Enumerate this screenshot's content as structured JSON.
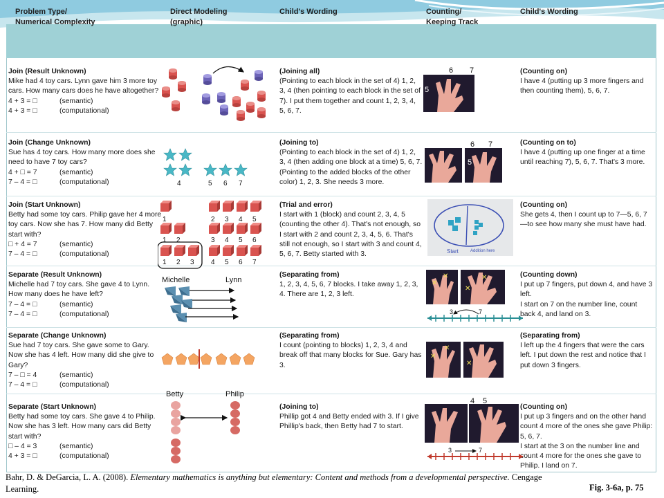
{
  "headers": {
    "problem_type": "Problem Type/\nNumerical Complexity",
    "direct_modeling": "Direct Modeling\n(graphic)",
    "childs_wording_1": "Child's Wording",
    "counting": "Counting/\nKeeping Track",
    "childs_wording_2": "Child's Wording"
  },
  "rows": [
    {
      "title": "Join (Result Unknown)",
      "problem": "Mike had 4 toy cars. Lynn gave him 3 more toy cars. How many cars does he have altogether?",
      "eq1": "4 + 3 = □",
      "eq1_type": "(semantic)",
      "eq2": "4 + 3 = □",
      "eq2_type": "(computational)",
      "wording_title": "(Joining all)",
      "wording": "(Pointing to each block in the set of 4) 1, 2, 3, 4 (then pointing to each block in the set of 7). I put them together and count 1, 2, 3, 4, 5, 6, 7.",
      "count_title": "(Counting on)",
      "count_text": "I have 4 (putting up 3 more fingers and then counting them), 5, 6, 7."
    },
    {
      "title": "Join (Change Unknown)",
      "problem": "Sue has 4 toy cars. How many more does she need to have 7 toy cars?",
      "eq1": "4 + □ = 7",
      "eq1_type": "(semantic)",
      "eq2": "7 – 4 = □",
      "eq2_type": "(computational)",
      "wording_title": "(Joining to)",
      "wording": "(Pointing to each block in the set of 4) 1, 2, 3, 4 (then adding one block at a time) 5, 6, 7. (Pointing to the added blocks of the other color) 1, 2, 3. She needs 3 more.",
      "count_title": "(Counting on to)",
      "count_text": "I have 4 (putting up one finger at a time until reaching 7), 5, 6, 7. That's 3 more."
    },
    {
      "title": "Join (Start Unknown)",
      "problem": "Betty had some toy cars. Philip gave her 4 more toy cars. Now she has 7. How many did Betty start with?",
      "eq1": "□ + 4 = 7",
      "eq1_type": "(semantic)",
      "eq2": "7 – 4 = □",
      "eq2_type": "(computational)",
      "wording_title": "(Trial and error)",
      "wording": "I start with 1 (block) and count 2, 3, 4, 5 (counting the other 4). That's not enough, so I start with 2 and count 2, 3, 4, 5, 6. That's still not enough, so I start with 3 and count 4, 5, 6, 7. Betty started with 3.",
      "count_title": "(Counting on)",
      "count_text": "She gets 4, then I count up to 7—5, 6, 7—to see how many she must have had."
    },
    {
      "title": "Separate (Result Unknown)",
      "problem": "Michelle had 7 toy cars. She gave 4 to Lynn. How many does he have left?",
      "eq1": "7 – 4 = □",
      "eq1_type": "(semantic)",
      "eq2": "7 – 4 = □",
      "eq2_type": "(computational)",
      "wording_title": "(Separating from)",
      "wording": "1, 2, 3, 4, 5, 6, 7 blocks. I take away 1, 2, 3, 4. There are 1, 2, 3 left.",
      "count_title": "(Counting down)",
      "count_text": "I put up 7 fingers, put down 4, and have 3 left.\nI start on 7 on the number line, count back 4, and land on 3."
    },
    {
      "title": "Separate (Change Unknown)",
      "problem": "Sue had 7 toy cars. She gave some to Gary. Now she has 4 left. How many did she give to Gary?",
      "eq1": "7 – □ = 4",
      "eq1_type": "(semantic)",
      "eq2": "7 – 4 = □",
      "eq2_type": "(computational)",
      "wording_title": "(Separating from)",
      "wording": "I count (pointing to blocks) 1, 2, 3, 4 and break off that many blocks for Sue. Gary has 3.",
      "count_title": "(Separating from)",
      "count_text": "I left up the 4 fingers that were the cars left. I put down the rest and notice that I put down 3 fingers."
    },
    {
      "title": "Separate (Start Unknown)",
      "problem": "Betty had some toy cars. She gave 4 to Philip. Now she has 3 left. How many cars did Betty start with?",
      "eq1": "□ – 4 = 3",
      "eq1_type": "(semantic)",
      "eq2": "4 + 3 = □",
      "eq2_type": "(computational)",
      "wording_title": "(Joining to)",
      "wording": "Phillip got 4 and Betty ended with 3. If I give Phillip's back, then Betty had 7 to start.",
      "count_title": "(Counting on)",
      "count_text": "I put up 3 fingers and on the other hand count 4 more of the ones she gave Philip: 5, 6, 7.\nI start at the 3 on the number line and count 4 more for the ones she gave to Philip. I land on 7."
    }
  ],
  "graphics": {
    "stars_labels": [
      "4",
      "5",
      "6",
      "7"
    ],
    "cubes_top": [
      "1",
      "2",
      "3",
      "4",
      "5"
    ],
    "cubes_mid": [
      "1",
      "2",
      "3",
      "4",
      "5",
      "6"
    ],
    "cubes_bot": [
      "1",
      "2",
      "3",
      "4",
      "5",
      "6",
      "7"
    ],
    "michelle": "Michelle",
    "lynn": "Lynn",
    "betty": "Betty",
    "philip": "Philip",
    "photo1_nums": [
      "6",
      "7",
      "5"
    ],
    "photo2_nums": [
      "6",
      "7",
      "5"
    ],
    "photo3_labels": [
      "Start",
      "Addition here"
    ],
    "numline1": [
      "3",
      "7"
    ],
    "numline2": [
      "3",
      "7"
    ],
    "photo6_nums": [
      "4",
      "5"
    ]
  },
  "colors": {
    "header_bg": "#9fd1d6",
    "red_block": "#d9534f",
    "blue_block": "#7d74c9",
    "teal_star": "#49b8c6",
    "orange_pentagon": "#f4a562",
    "numline_teal": "#2a8f95",
    "numline_red": "#c0392b"
  },
  "footer": {
    "citation_plain": "Bahr, D. & DeGarcia, L. A. (2008). ",
    "citation_italic": "Elementary mathematics is anything but elementary: Content and methods from a developmental perspective.",
    "citation_end": " Cengage Learning.",
    "figure": "Fig. 3-6a, p. 75"
  }
}
